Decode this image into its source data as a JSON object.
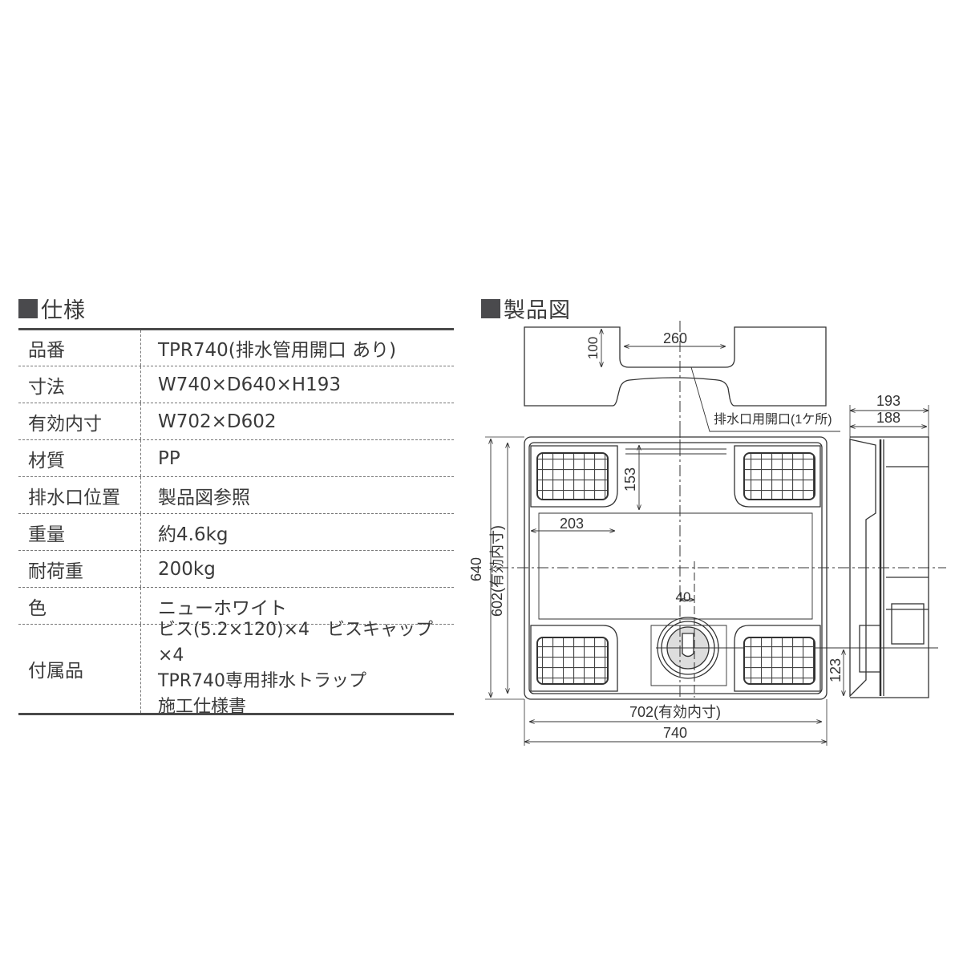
{
  "spec": {
    "title": "仕様",
    "rows": [
      {
        "label": "品番",
        "value": "TPR740(排水管用開口 あり)"
      },
      {
        "label": "寸法",
        "value": "W740×D640×H193"
      },
      {
        "label": "有効内寸",
        "value": "W702×D602"
      },
      {
        "label": "材質",
        "value": "PP"
      },
      {
        "label": "排水口位置",
        "value": "製品図参照"
      },
      {
        "label": "重量",
        "value": "約4.6kg"
      },
      {
        "label": "耐荷重",
        "value": "200kg"
      },
      {
        "label": "色",
        "value": "ニューホワイト"
      },
      {
        "label": "付属品",
        "lines": [
          "ビス(5.2×120)×4　ビスキャップ×4",
          "TPR740専用排水トラップ",
          "施工仕様書"
        ]
      }
    ]
  },
  "drawing": {
    "title": "製品図",
    "dimensions": {
      "opening_width": "260",
      "opening_depth": "100",
      "opening_note": "排水口用開口(1ケ所)",
      "side_total_height": "193",
      "side_inner_height": "188",
      "corner_pad_depth": "153",
      "corner_pad_width": "203",
      "total_depth": "640",
      "inner_depth": "602(有効内寸)",
      "drain_offset": "40",
      "drain_height": "123",
      "inner_width": "702(有効内寸)",
      "total_width": "740"
    }
  }
}
